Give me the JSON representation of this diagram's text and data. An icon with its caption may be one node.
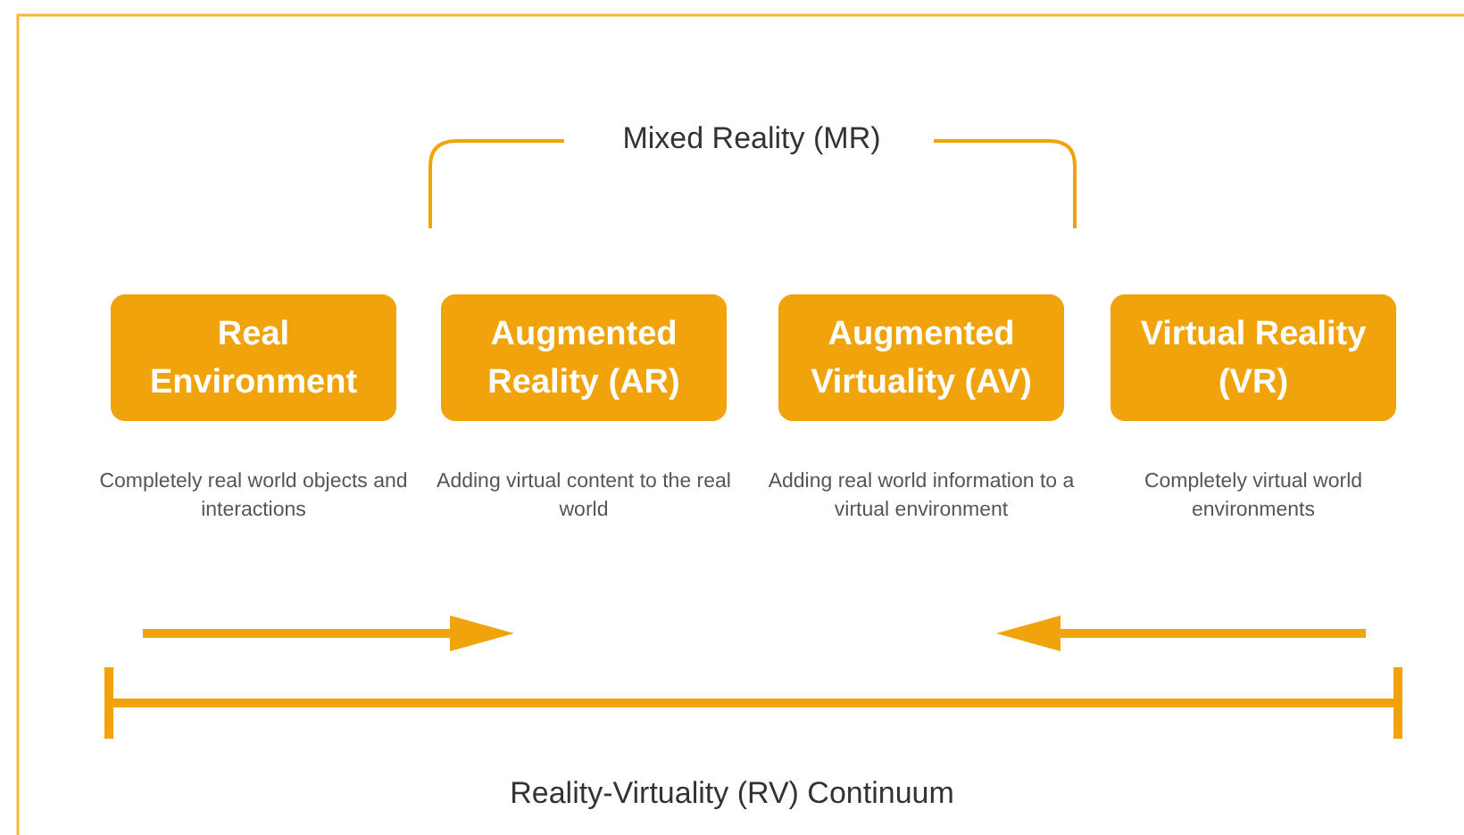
{
  "diagram": {
    "nodes": [
      {
        "text": [
          "Real Environment"
        ],
        "beside": [
          "Completely real world objects and interactions"
        ]
      },
      {
        "text": [
          "Augmented Reality (AR)"
        ],
        "beside": [
          "Adding virtual content to the real world"
        ]
      },
      {
        "text": [
          "Augmented Virtuality (AV)"
        ],
        "beside": [
          "Adding real world information to a virtual environment"
        ]
      },
      {
        "text": [
          "Virtual Reality (VR)"
        ],
        "beside": [
          "Completely virtual world environments"
        ]
      }
    ],
    "labels": [
      "Mixed Reality (MR)",
      "Reality-Virtuality (RV) Continuum"
    ]
  }
}
